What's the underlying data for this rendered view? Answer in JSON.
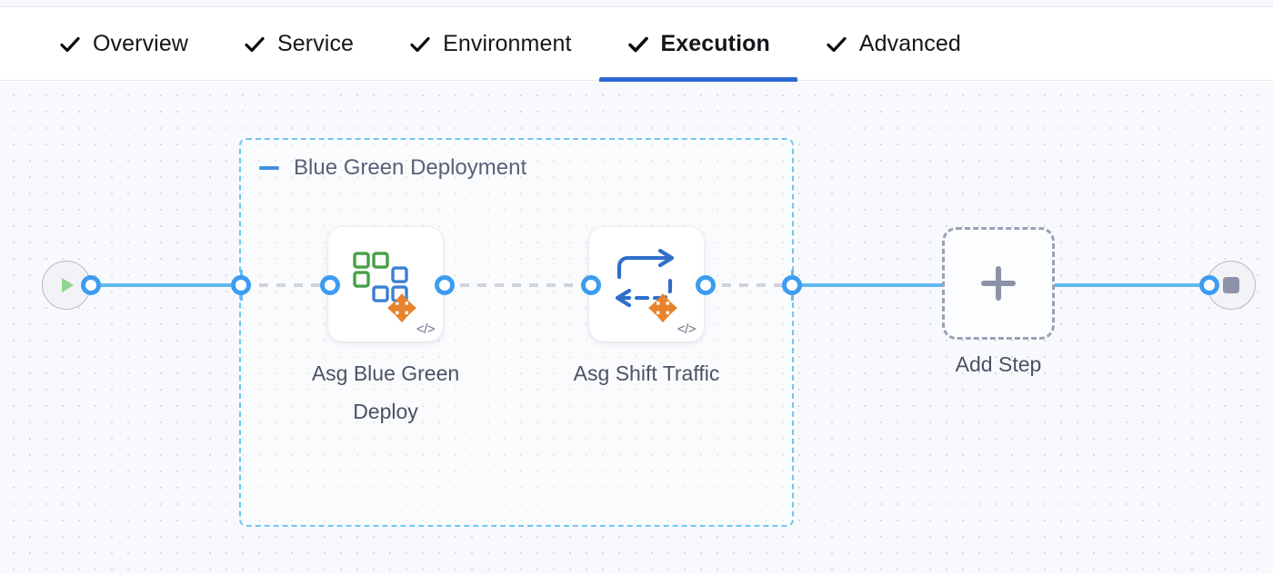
{
  "tabs": [
    {
      "label": "Overview",
      "icon": "check-icon",
      "completed": true,
      "active": false
    },
    {
      "label": "Service",
      "icon": "check-icon",
      "completed": true,
      "active": false
    },
    {
      "label": "Environment",
      "icon": "check-icon",
      "completed": true,
      "active": false
    },
    {
      "label": "Execution",
      "icon": "check-icon",
      "completed": true,
      "active": true
    },
    {
      "label": "Advanced",
      "icon": "check-icon",
      "completed": true,
      "active": false
    }
  ],
  "canvas": {
    "group": {
      "title": "Blue Green Deployment",
      "collapse_icon": "minus-icon",
      "border_color": "#6ec6ef"
    },
    "start_node": {
      "icon": "play-icon",
      "color": "#90d58e"
    },
    "end_node": {
      "icon": "stop-icon",
      "color": "#8e93a8"
    },
    "steps": [
      {
        "label": "Asg Blue Green Deploy",
        "icon": "asg-blue-green-deploy-icon",
        "badge": "</>"
      },
      {
        "label": "Asg Shift Traffic",
        "icon": "asg-shift-traffic-icon",
        "badge": "</>"
      }
    ],
    "add_step": {
      "label": "Add Step",
      "icon": "plus-icon"
    }
  },
  "colors": {
    "accent_blue": "#2c68d0",
    "edge_blue": "#5fb8ef",
    "edge_dashed_gray": "#b9bdcb",
    "port_blue": "#3d9cf0",
    "group_dashed": "#6ec6ef",
    "canvas_bg": "#f8f9fc",
    "icon_green": "#46a046",
    "icon_blue": "#3b7fd4",
    "icon_orange": "#e8822b"
  }
}
